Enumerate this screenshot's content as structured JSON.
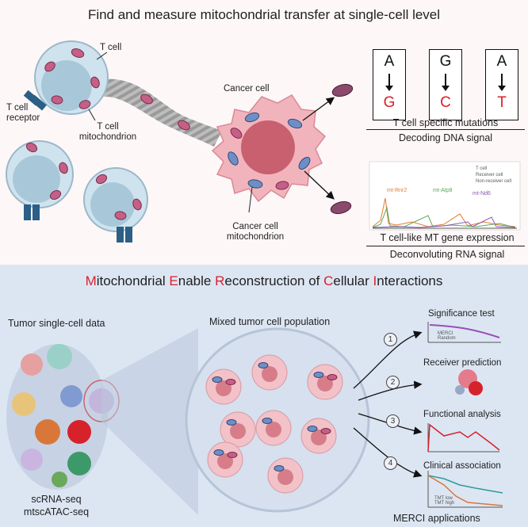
{
  "top_title": "Find and measure mitochondrial transfer at single-cell level",
  "labels": {
    "t_cell": "T cell",
    "t_cell_receptor": "T cell receptor",
    "t_cell_mito": "T cell mitochondrion",
    "cancer_cell": "Cancer cell",
    "cancer_mito": "Cancer cell mitochondrion"
  },
  "mutations": [
    {
      "ref": "A",
      "alt": "G"
    },
    {
      "ref": "G",
      "alt": "C"
    },
    {
      "ref": "A",
      "alt": "T"
    }
  ],
  "dna": {
    "line1": "T cell specific mutations",
    "line2": "Decoding DNA signal"
  },
  "rna": {
    "line1": "T cell-like MT gene expression",
    "line2": "Deconvoluting RNA signal",
    "legend": [
      "T cell",
      "Receiver cell",
      "Non-receiver cell"
    ],
    "genes": [
      "mt-Rnr2",
      "mt-Atp8",
      "mt-Nd6"
    ]
  },
  "bottom_title": {
    "parts": [
      {
        "text": "M",
        "red": true
      },
      {
        "text": "itochondrial ",
        "red": false
      },
      {
        "text": "E",
        "red": true
      },
      {
        "text": "nable ",
        "red": false
      },
      {
        "text": "R",
        "red": true
      },
      {
        "text": "econstruction of ",
        "red": false
      },
      {
        "text": "C",
        "red": true
      },
      {
        "text": "ellular ",
        "red": false
      },
      {
        "text": "I",
        "red": true
      },
      {
        "text": "nteractions",
        "red": false
      }
    ]
  },
  "tumor_label": "Tumor single-cell data",
  "assays": [
    "scRNA-seq",
    "mtscATAC-seq"
  ],
  "mixed_label": "Mixed tumor cell population",
  "applications": [
    {
      "num": "1",
      "label": "Significance test",
      "legend": [
        "MERCI",
        "Random"
      ]
    },
    {
      "num": "2",
      "label": "Receiver prediction"
    },
    {
      "num": "3",
      "label": "Functional analysis"
    },
    {
      "num": "4",
      "label": "Clinical association",
      "legend": [
        "TMT low",
        "TMT high"
      ]
    }
  ],
  "applications_title": "MERCI applications",
  "colors": {
    "red_accent": "#d6222b",
    "t_cell_fill": "#cfe3ee",
    "cancer_fill": "#f2b4bc",
    "mito_pink": "#c65f86",
    "mito_blue": "#6e8fc6",
    "top_bg": "#fdf7f8",
    "bottom_bg": "#dce6f3"
  }
}
